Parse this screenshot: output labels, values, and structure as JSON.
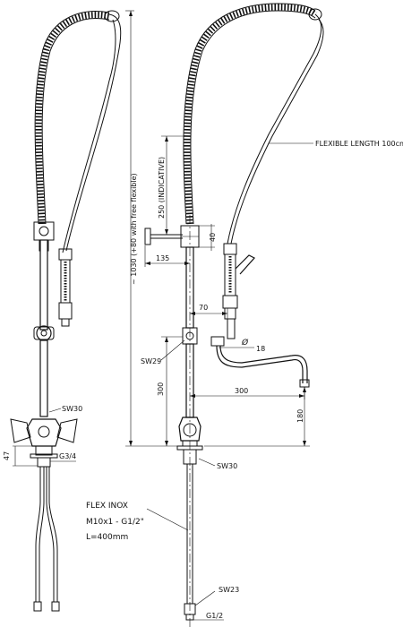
{
  "labels": {
    "flexible_length": "FLEXIBLE LENGTH 100cm",
    "height_250": "250 (INDICATIVE)",
    "height_1030": "~ 1030 (+80 with free flexible)",
    "dim_40": "40",
    "dim_135": "135",
    "dim_70": "70",
    "dim_18": "18",
    "phi": "Ø",
    "sw29": "SW29",
    "dim_300_v": "300",
    "dim_300_h": "300",
    "dim_180": "180",
    "sw30_left": "SW30",
    "sw30_right": "SW30",
    "dim_47": "47",
    "g34": "G3/4",
    "flex_line1": "FLEX INOX",
    "flex_line2": "M10x1 - G1/2\"",
    "flex_line3": "L=400mm",
    "sw23": "SW23",
    "g12": "G1/2"
  }
}
